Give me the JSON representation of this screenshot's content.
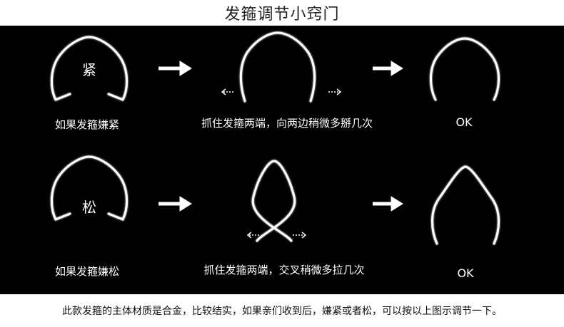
{
  "title": "发箍调节小窍门",
  "colors": {
    "background": "#000000",
    "line": "#ffffff",
    "page": "#ffffff",
    "text_dark": "#111111"
  },
  "rows": [
    {
      "condition_char": "紧",
      "condition_caption": "如果发箍嫌紧",
      "action_caption": "抓住发箍两端，向两边稍微多掰几次",
      "result": "OK"
    },
    {
      "condition_char": "松",
      "condition_caption": "如果发箍嫌松",
      "action_caption": "抓住发箍两端，交叉稍微多拉几次",
      "result": "OK"
    }
  ],
  "footer_note": "此款发箍的主体材质是合金，比较结实，如果亲们收到后，嫌紧或者松，可以按以上图示调节一下。",
  "icons": [
    "arrow-right-icon",
    "dotted-arrow-left-icon",
    "dotted-arrow-right-icon"
  ]
}
